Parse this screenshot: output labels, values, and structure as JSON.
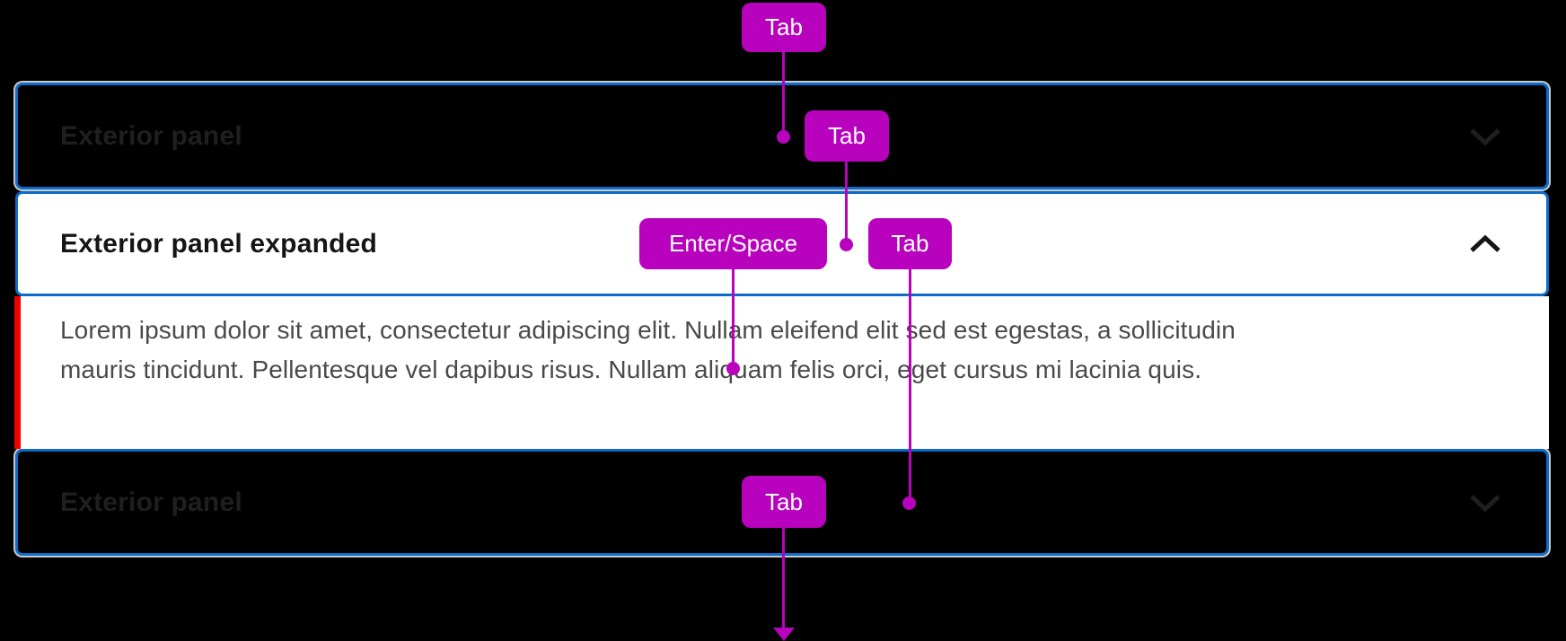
{
  "colors": {
    "page-bg": "#000000",
    "focus-blue": "#0d6cc8",
    "edge-gray": "#c9c9c9",
    "accent-red": "#ee0000",
    "badge-magenta": "#b802be",
    "panel-dark-bg": "#000000",
    "panel-light-bg": "#ffffff",
    "dark-panel-title": "#1f1f1f",
    "expanded-title": "#151515",
    "body-text": "#4a4a4a"
  },
  "accordion": {
    "panels": [
      {
        "title": "Exterior panel",
        "state": "collapsed"
      },
      {
        "title": "Exterior panel expanded",
        "state": "expanded",
        "content_lines": [
          "Lorem ipsum dolor sit amet, consectetur adipiscing elit. Nullam eleifend elit sed est egestas, a sollicitudin",
          "mauris tincidunt. Pellentesque vel dapibus risus. Nullam aliquam felis orci, eget cursus mi lacinia quis."
        ]
      },
      {
        "title": "Exterior panel",
        "state": "collapsed"
      }
    ]
  },
  "annotations": {
    "badges": [
      {
        "label": "Tab"
      },
      {
        "label": "Tab"
      },
      {
        "label": "Enter/Space"
      },
      {
        "label": "Tab"
      },
      {
        "label": "Tab"
      }
    ]
  }
}
